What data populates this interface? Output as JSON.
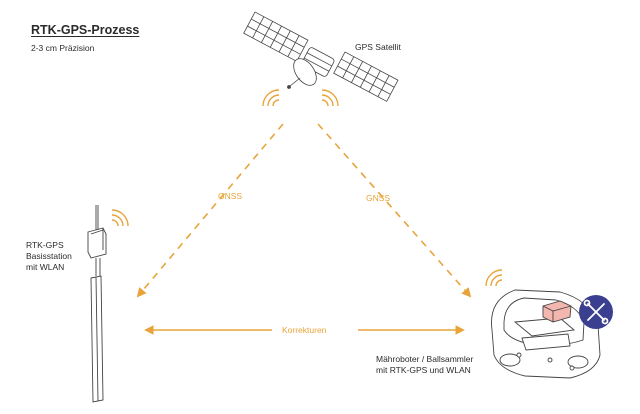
{
  "title": "RTK-GPS-Prozess",
  "subtitle": "2-3 cm Präzision",
  "satellite_label": "GPS Satellit",
  "gnss_left_label": "GNSS",
  "gnss_right_label": "GNSS",
  "correction_label": "Korrekturen",
  "base_station": {
    "line1": "RTK-GPS",
    "line2": "Basisstation",
    "line3": "mit WLAN"
  },
  "robot": {
    "line1": "Mähroboter / Ballsammler",
    "line2": "mit RTK-GPS und WLAN"
  },
  "colors": {
    "accent": "#e8a43a",
    "line": "#555555",
    "badge": "#3a3f8f"
  }
}
